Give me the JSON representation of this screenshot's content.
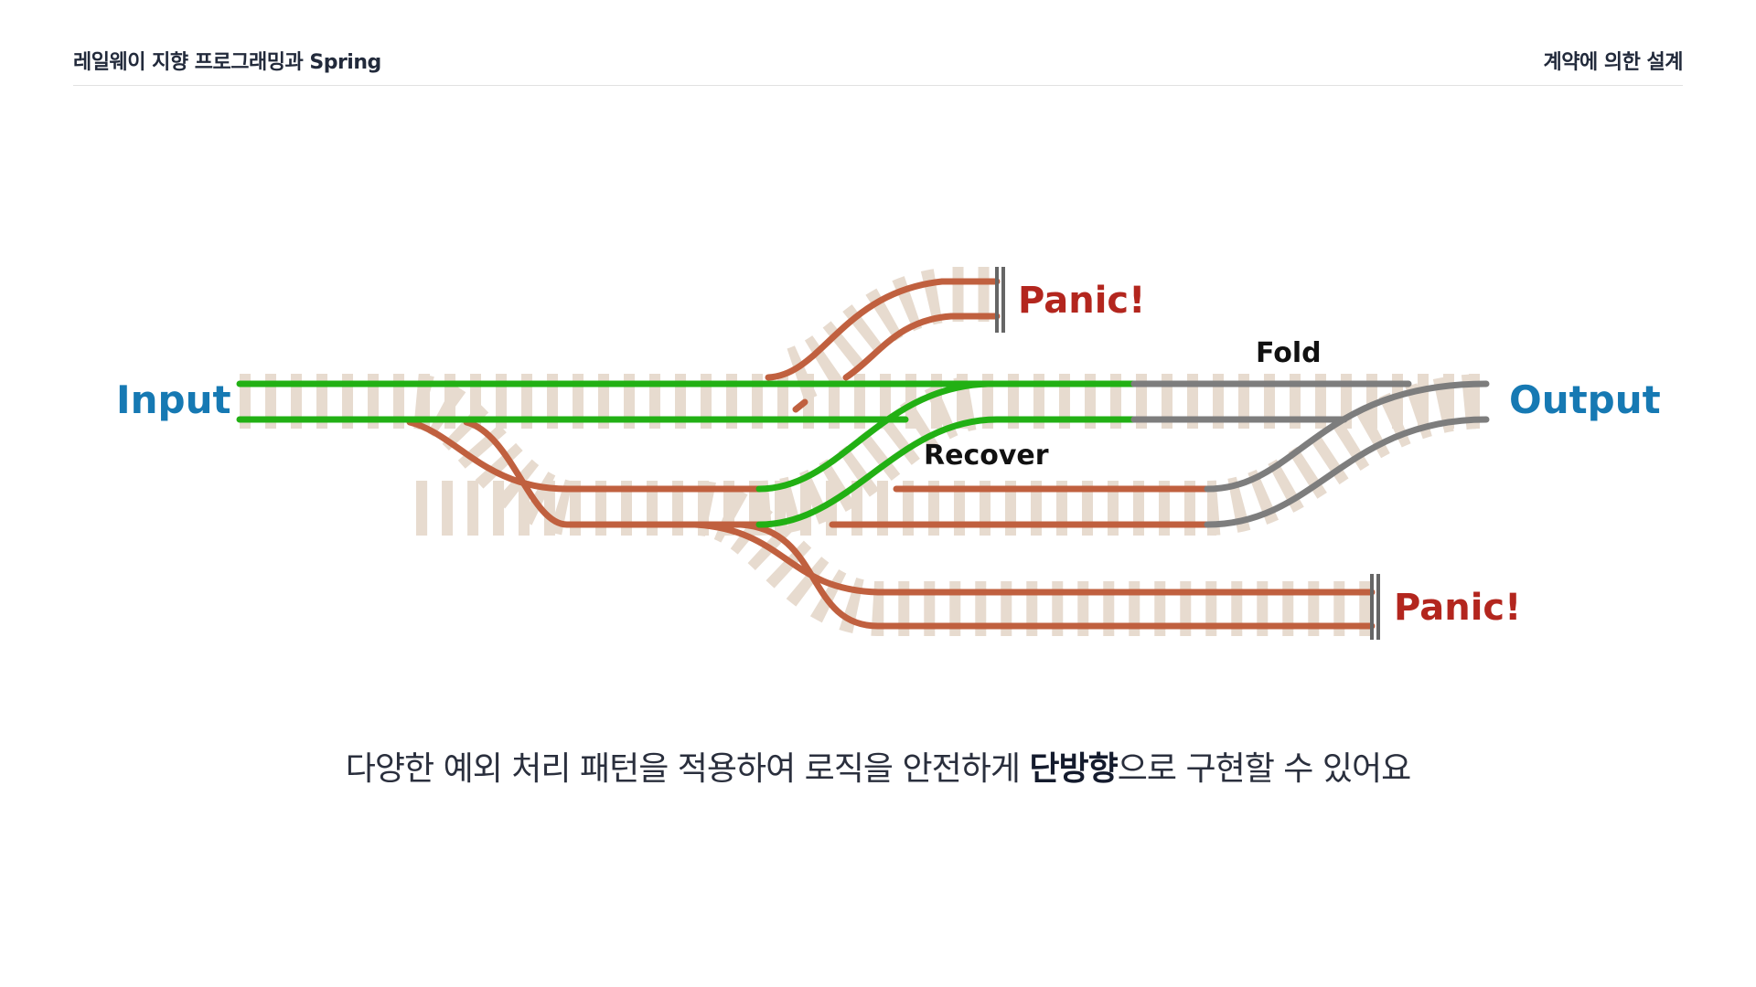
{
  "header": {
    "title": "레일웨이 지향 프로그래밍과 Spring",
    "section": "계약에 의한 설계"
  },
  "diagram": {
    "input_label": "Input",
    "output_label": "Output",
    "panic_top_label": "Panic!",
    "panic_bottom_label": "Panic!",
    "fold_label": "Fold",
    "recover_label": "Recover",
    "colors": {
      "success_track": "#22b014",
      "error_track": "#c0603f",
      "neutral_track": "#7d7d7d",
      "ties": "#e7dbcf",
      "panic_text": "#b3261e",
      "io_text": "#1679b3",
      "label_text": "#111111"
    }
  },
  "caption": {
    "before": "다양한 예외 처리 패턴을 적용하여 로직을 안전하게 ",
    "emphasis": "단방향",
    "after": "으로 구현할 수 있어요"
  }
}
